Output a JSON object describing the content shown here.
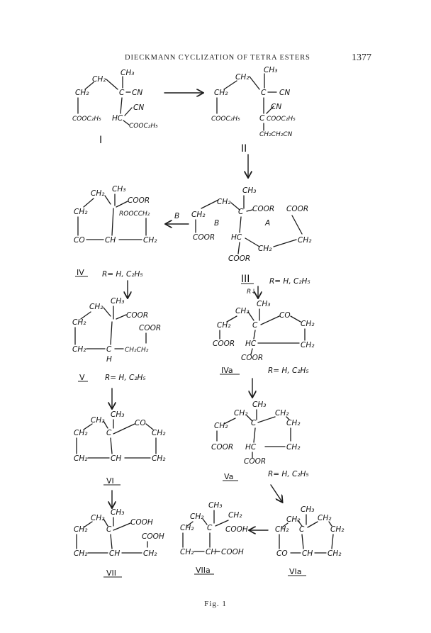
{
  "header": {
    "title": "DIECKMANN CYCLIZATION OF TETRA ESTERS",
    "page_number": "1377"
  },
  "caption": "Fig. 1",
  "text": {
    "ch3": "CH₃",
    "ch2": "CH₂",
    "c": "C",
    "cn": "CN",
    "cooc2h5": "COOC₂H₅",
    "hc": "HC",
    "ch2ch2cn": "CH₂CH₂CN",
    "coor": "COOR",
    "roocch2": "ROOCCH₂",
    "co": "CO",
    "ch": "CH",
    "h": "H",
    "cooh": "COOH",
    "ch2ch2": "CH₂CH₂",
    "ring_b": "B",
    "ring_a": "A",
    "r_def": "R= H, C₂H₅",
    "r_def_label": "R↓"
  },
  "compounds": {
    "I": "I",
    "II": "II",
    "III": "III",
    "IV": "IV",
    "IVa": "IVa",
    "V": "V",
    "Va": "Va",
    "VI": "VI",
    "VIa": "VIa",
    "VII": "VII",
    "VIIa": "VIIa"
  }
}
